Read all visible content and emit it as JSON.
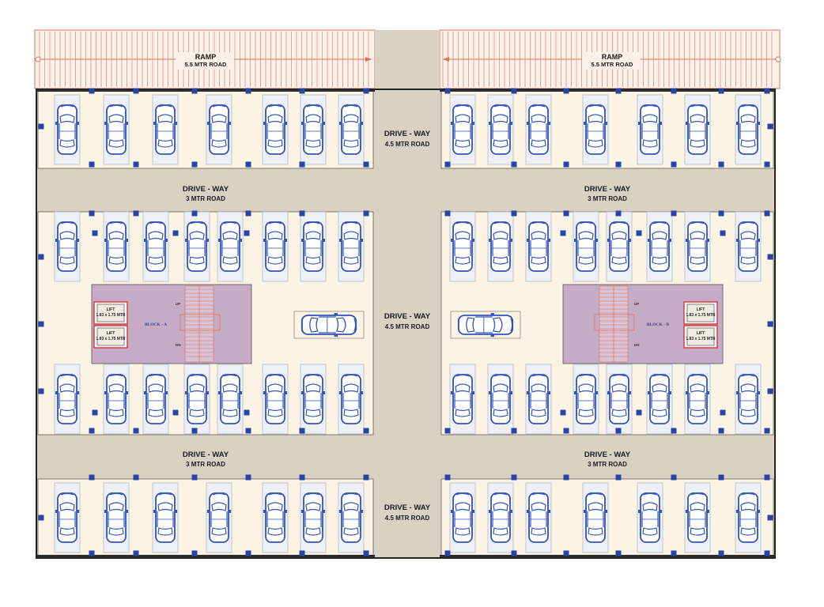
{
  "ramps": [
    {
      "title": "RAMP",
      "subtitle": "5.5 MTR ROAD"
    },
    {
      "title": "RAMP",
      "subtitle": "5.5 MTR ROAD"
    }
  ],
  "driveways_vertical": [
    {
      "title": "DRIVE - WAY",
      "subtitle": "4.5 MTR ROAD"
    },
    {
      "title": "DRIVE - WAY",
      "subtitle": "4.5 MTR ROAD"
    },
    {
      "title": "DRIVE - WAY",
      "subtitle": "4.5 MTR ROAD"
    }
  ],
  "driveways_horizontal": [
    {
      "title": "DRIVE - WAY",
      "subtitle": "3 MTR ROAD"
    },
    {
      "title": "DRIVE - WAY",
      "subtitle": "3 MTR ROAD"
    },
    {
      "title": "DRIVE - WAY",
      "subtitle": "3 MTR ROAD"
    },
    {
      "title": "DRIVE - WAY",
      "subtitle": "3 MTR ROAD"
    }
  ],
  "blocks": [
    {
      "name": "BLOCK - A",
      "up": "UP",
      "dn": "DN",
      "lifts": [
        {
          "title": "LIFT",
          "size": "1.83 x 1.75 MTR"
        },
        {
          "title": "LIFT",
          "size": "1.83 x 1.75 MTR"
        }
      ]
    },
    {
      "name": "BLOCK - B",
      "up": "UP",
      "dn": "DN",
      "lifts": [
        {
          "title": "LIFT",
          "size": "1.83 x 1.75 MTR"
        },
        {
          "title": "LIFT",
          "size": "1.83 x 1.75 MTR"
        }
      ]
    }
  ],
  "parking_rows": [
    {
      "id": "top-left",
      "spaces": 7
    },
    {
      "id": "top-right",
      "spaces": 7
    },
    {
      "id": "mid-upper-left",
      "spaces": 8
    },
    {
      "id": "mid-upper-right",
      "spaces": 8
    },
    {
      "id": "mid-lower-left",
      "spaces": 8
    },
    {
      "id": "mid-lower-right",
      "spaces": 8
    },
    {
      "id": "bottom-left",
      "spaces": 7
    },
    {
      "id": "bottom-right",
      "spaces": 7
    }
  ],
  "colors": {
    "floor": "#fbf4e4",
    "road": "#d9d2c3",
    "stairs_core": "#c6abc6",
    "car_outline": "#3553b8",
    "ramp_hatch": "#d9735a",
    "column": "#2a44a6",
    "wall": "#222222"
  }
}
